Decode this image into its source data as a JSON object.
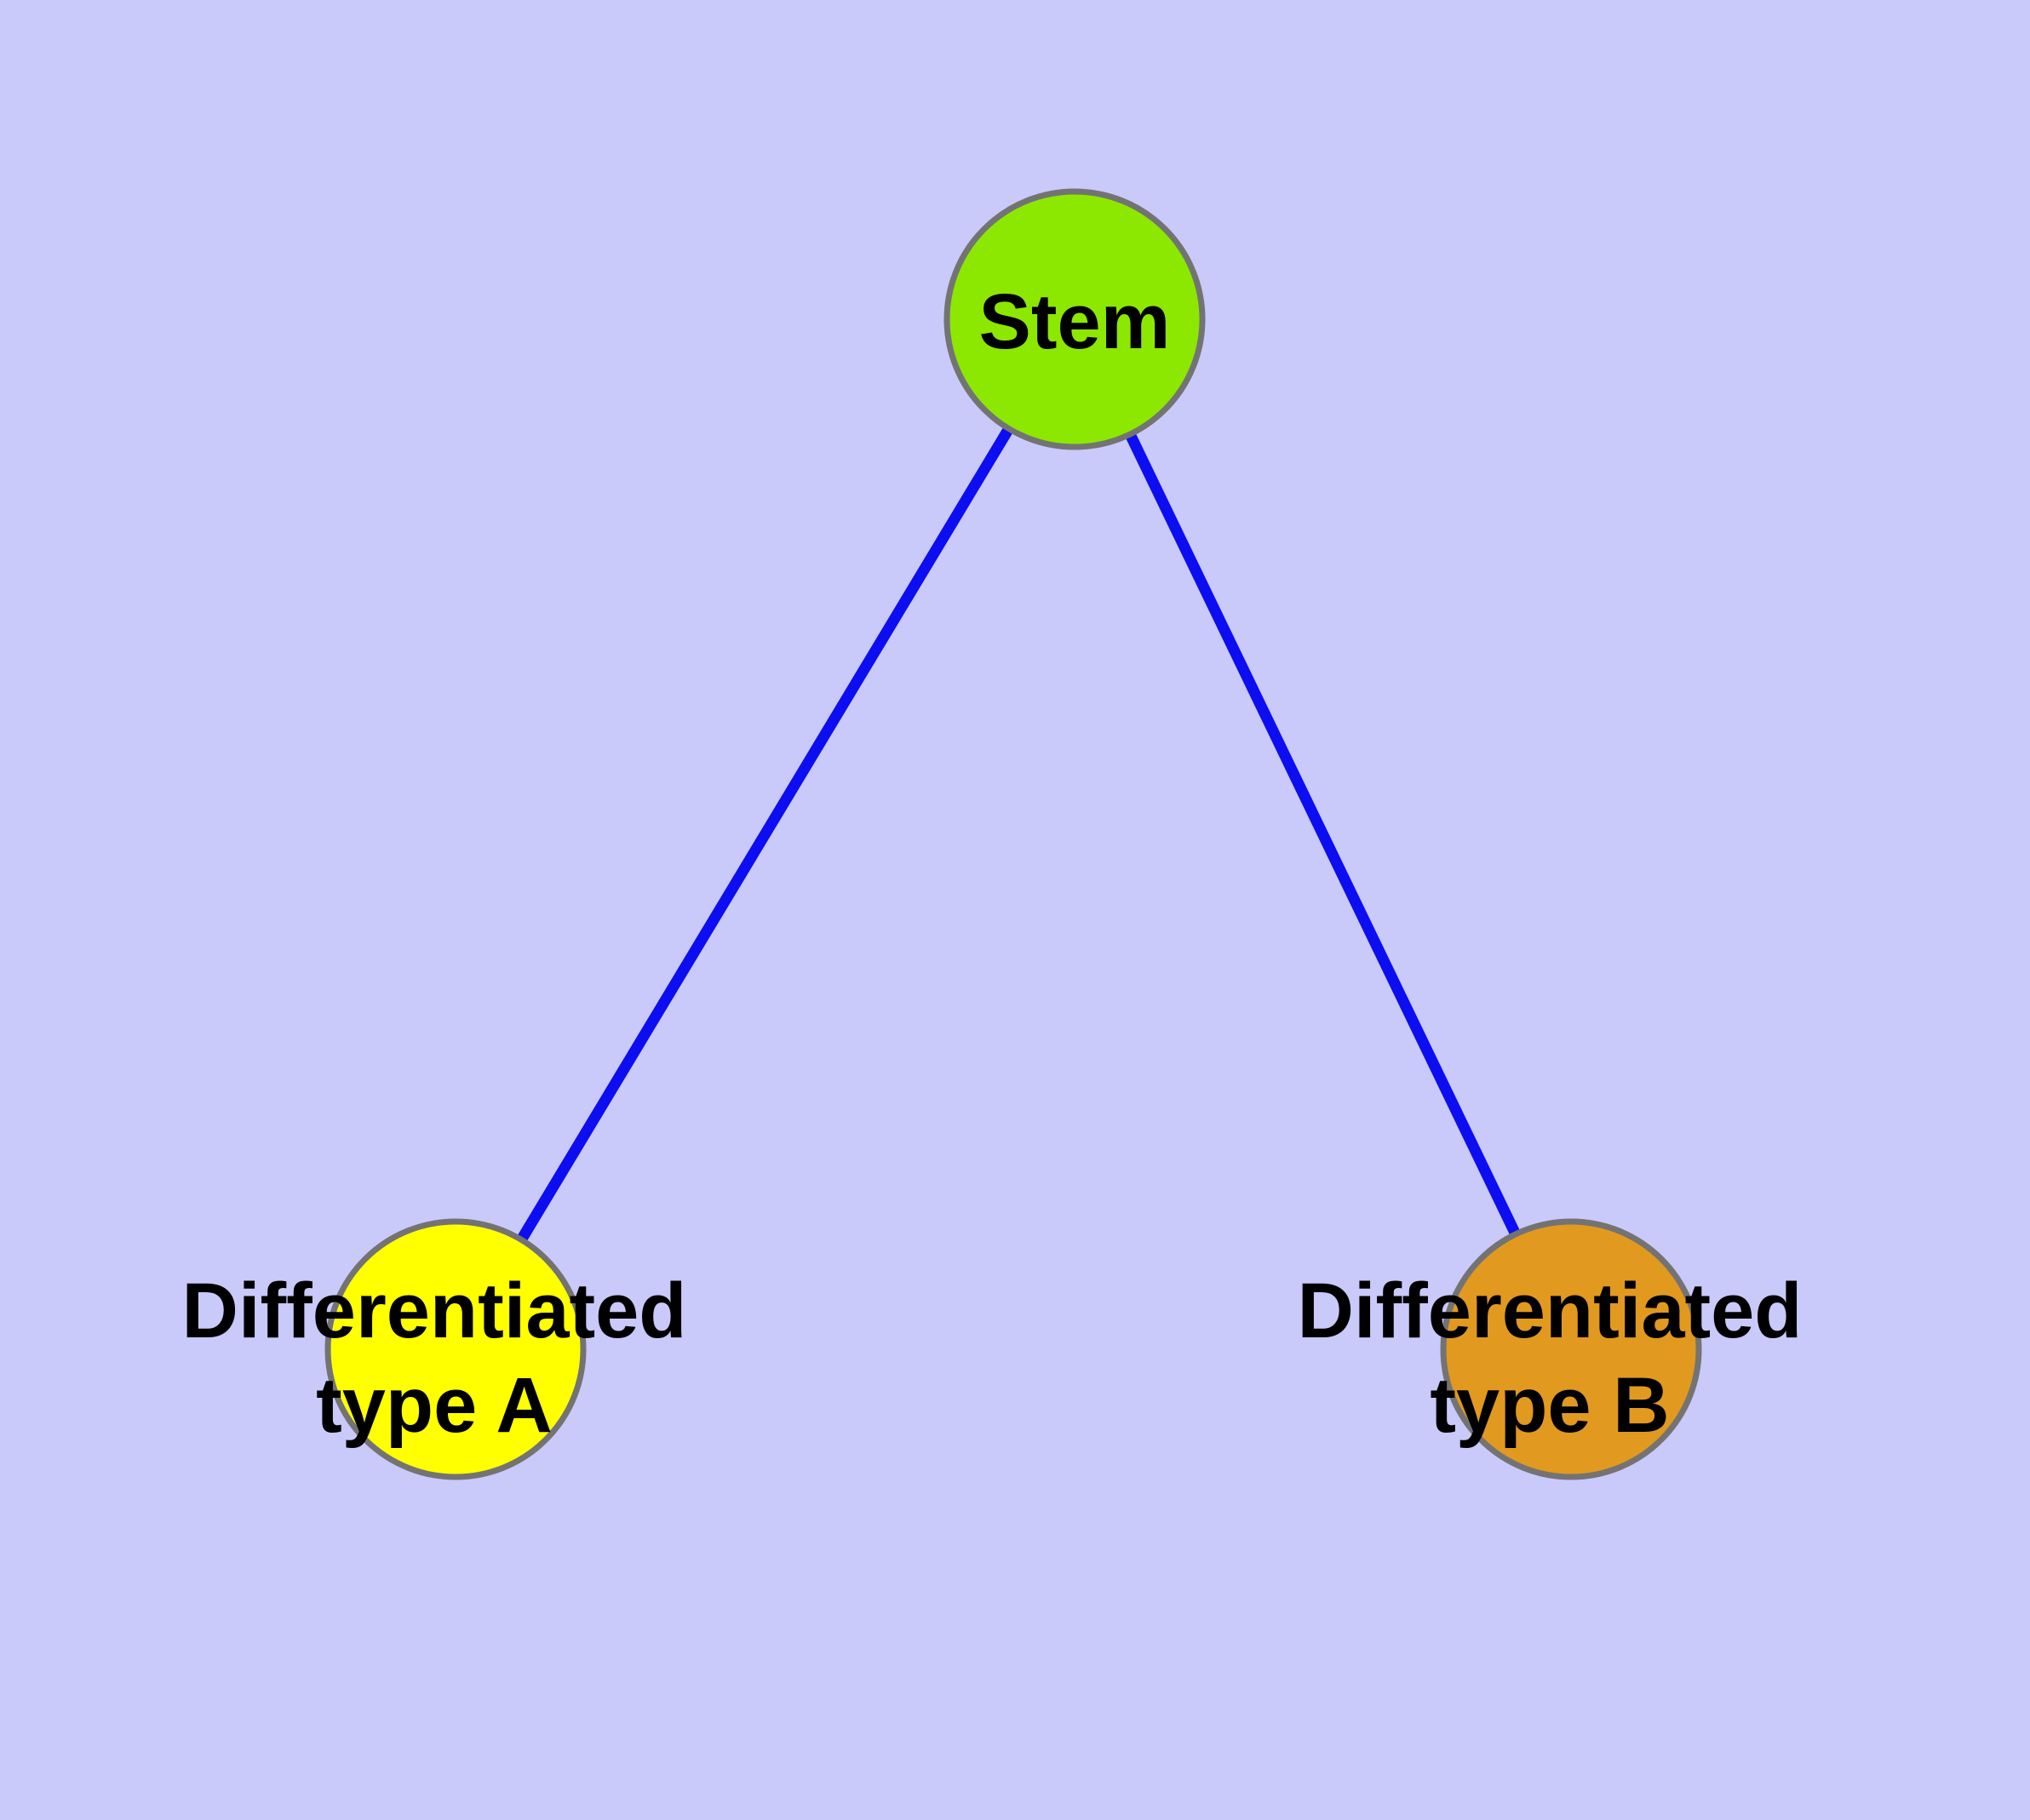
{
  "diagram": {
    "description": "Stem cell differentiation tree diagram",
    "background_color": "#c9c9fa",
    "edge_color": "#0d0df2",
    "node_border_color": "#737373",
    "label_color": "#000000",
    "nodes": [
      {
        "id": "stem",
        "label": "Stem",
        "fill": "#8ce800"
      },
      {
        "id": "differentiated-type-a",
        "label": "Differentiated type A",
        "line1": "Differentiated",
        "line2": "type A",
        "fill": "#ffff00"
      },
      {
        "id": "differentiated-type-b",
        "label": "Differentiated type B",
        "line1": "Differentiated",
        "line2": "type B",
        "fill": "#e2991f"
      }
    ],
    "edges": [
      {
        "from": "Stem",
        "to": "Differentiated type A"
      },
      {
        "from": "Stem",
        "to": "Differentiated type B"
      }
    ]
  }
}
